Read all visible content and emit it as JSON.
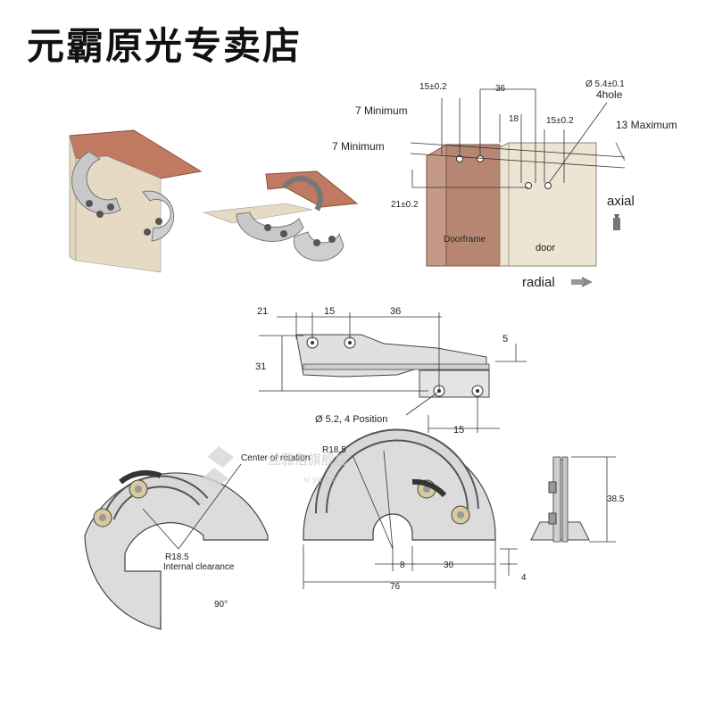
{
  "store_title": "元霸原光专卖店",
  "watermark": {
    "text": "丝雅洛旗舰店",
    "sub": "si ya luo"
  },
  "install_diagram": {
    "labels": {
      "gap_top": "15±0.2",
      "width_36": "36",
      "min_top": "7 Minimum",
      "min_left": "7 Minimum",
      "hole_dia": "Ø 5.4±0.1",
      "hole_count": "4hole",
      "gap_18": "18",
      "gap_15": "15±0.2",
      "max_13": "13 Maximum",
      "offset_21": "21±0.2",
      "doorframe": "Doorframe",
      "door": "door",
      "axial": "axial",
      "radial": "radial"
    }
  },
  "top_view": {
    "labels": {
      "d21": "21",
      "d15": "15",
      "d36": "36",
      "d5": "5",
      "d31": "31",
      "hole": "Ø 5.2, 4 Position",
      "d15b": "15"
    }
  },
  "side_view": {
    "labels": {
      "center": "Center of rotation",
      "r185": "R18.5",
      "r185_internal": "R18.5",
      "clearance": "Internal clearance",
      "angle": "90°",
      "d8": "8",
      "d30": "30",
      "d4": "4",
      "d76": "76",
      "d385": "38.5"
    }
  },
  "colors": {
    "copper": "#c07a62",
    "frame": "#d8c9b0",
    "metal": "#d0d0d0",
    "metal_dark": "#9a9a9a"
  }
}
